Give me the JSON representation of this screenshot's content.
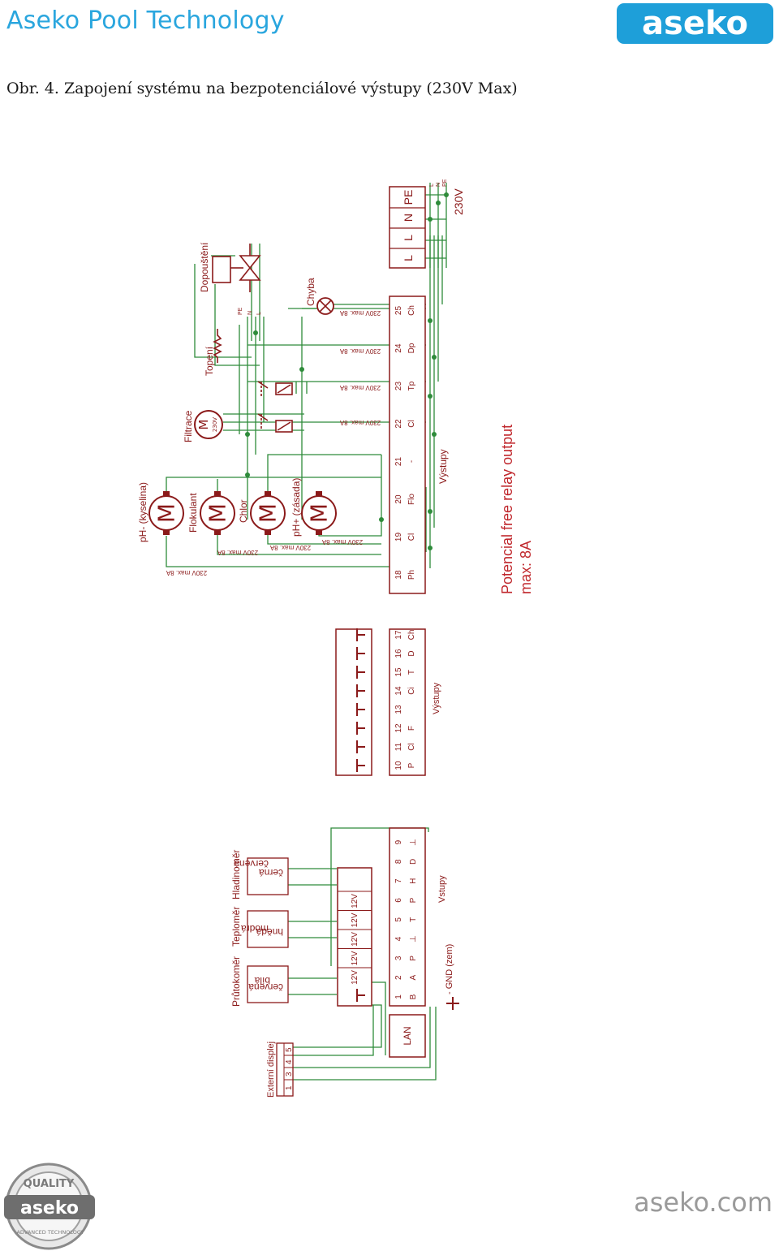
{
  "header": {
    "brand": "Aseko Pool Technology",
    "logo": "aseko"
  },
  "caption": "Obr. 4. Zapojení systému na bezpotenciálové výstupy (230V Max)",
  "colors": {
    "brand": "#2aa6de",
    "wire": "#2e8b3a",
    "symbol": "#8b1a1a",
    "annotation": "#c0282d"
  },
  "relay_devices": {
    "ph_minus": "pH- (kyselina)",
    "flocculant": "Flokulant",
    "chlor": "Chlor",
    "ph_plus": "pH+ (zásada)",
    "filtration": "Filtrace",
    "heating": "Topení",
    "refill": "Dopouštění",
    "error": "Chyba",
    "motor_symbol": "M",
    "filtration_motor_rating": "230V",
    "max_rating": "230V max. 8A",
    "pen": [
      "PE",
      "N",
      "L"
    ]
  },
  "relay_terminals": [
    {
      "num": "18",
      "code": "Ph"
    },
    {
      "num": "19",
      "code": "Cl"
    },
    {
      "num": "20",
      "code": "Flo"
    },
    {
      "num": "21",
      "code": "-"
    },
    {
      "num": "22",
      "code": "Cl"
    },
    {
      "num": "23",
      "code": "Tp"
    },
    {
      "num": "24",
      "code": "Dp"
    },
    {
      "num": "25",
      "code": "Ch"
    }
  ],
  "power_terminals": [
    "L",
    "L",
    "N",
    "PE"
  ],
  "mains": {
    "lines": [
      "L",
      "N",
      "PE"
    ],
    "voltage": "230V"
  },
  "relay_outputs_label": "Výstupy",
  "annotation": [
    "Potencial free relay output",
    "max: 8A"
  ],
  "output_terminals": {
    "nums": [
      "10",
      "11",
      "12",
      "13",
      "14",
      "15",
      "16",
      "17"
    ],
    "codes": [
      "P",
      "Cl",
      "F",
      "",
      "Ci",
      "T",
      "D",
      "Ch"
    ],
    "label": "Výstupy"
  },
  "input_terminals": {
    "nums": [
      "1",
      "2",
      "3",
      "4",
      "5",
      "6",
      "7",
      "8",
      "9"
    ],
    "codes": [
      "B",
      "A",
      "P",
      "⊥",
      "T",
      "P",
      "H",
      "D",
      "⊥"
    ],
    "supply": [
      "12V",
      "12V",
      "12V",
      "12V",
      "12V"
    ],
    "label": "Vstupy"
  },
  "sensors": {
    "flow": {
      "label": "Průtokoměr",
      "wires": [
        "bílá",
        "červená"
      ]
    },
    "temp": {
      "label": "Teploměr",
      "wires": [
        "modrá",
        "hnědá"
      ]
    },
    "level": {
      "label": "Hladinoměr",
      "wires": [
        "červená",
        "černá"
      ]
    }
  },
  "external_display": {
    "label": "Externí displej",
    "pins": [
      "1",
      "3",
      "4",
      "5"
    ]
  },
  "lan": "LAN",
  "gnd": "- GND (zem)",
  "footer": {
    "url": "aseko.com",
    "seal_top": "QUALITY",
    "seal_mid": "aseko",
    "seal_bottom": "ADVANCED TECHNOLOGY"
  }
}
